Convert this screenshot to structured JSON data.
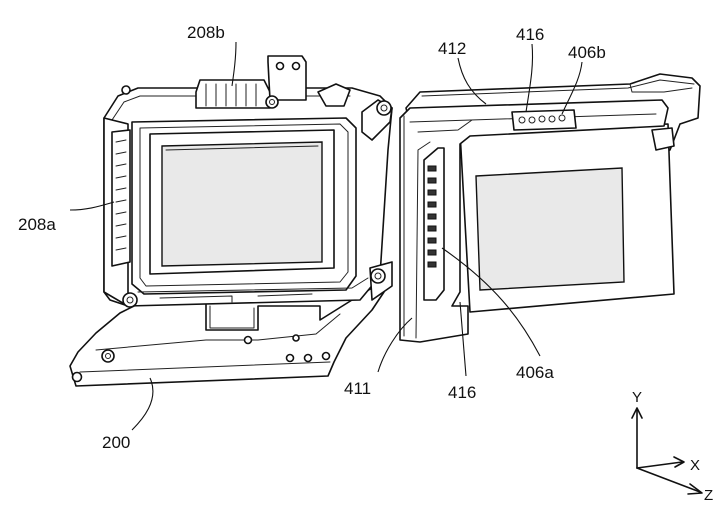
{
  "labels": {
    "l208b": "208b",
    "l208a": "208a",
    "l200": "200",
    "l412": "412",
    "l416_top": "416",
    "l406b": "406b",
    "l411": "411",
    "l416_bottom": "416",
    "l406a": "406a"
  },
  "axes": {
    "y": "Y",
    "x": "X",
    "z": "Z"
  }
}
